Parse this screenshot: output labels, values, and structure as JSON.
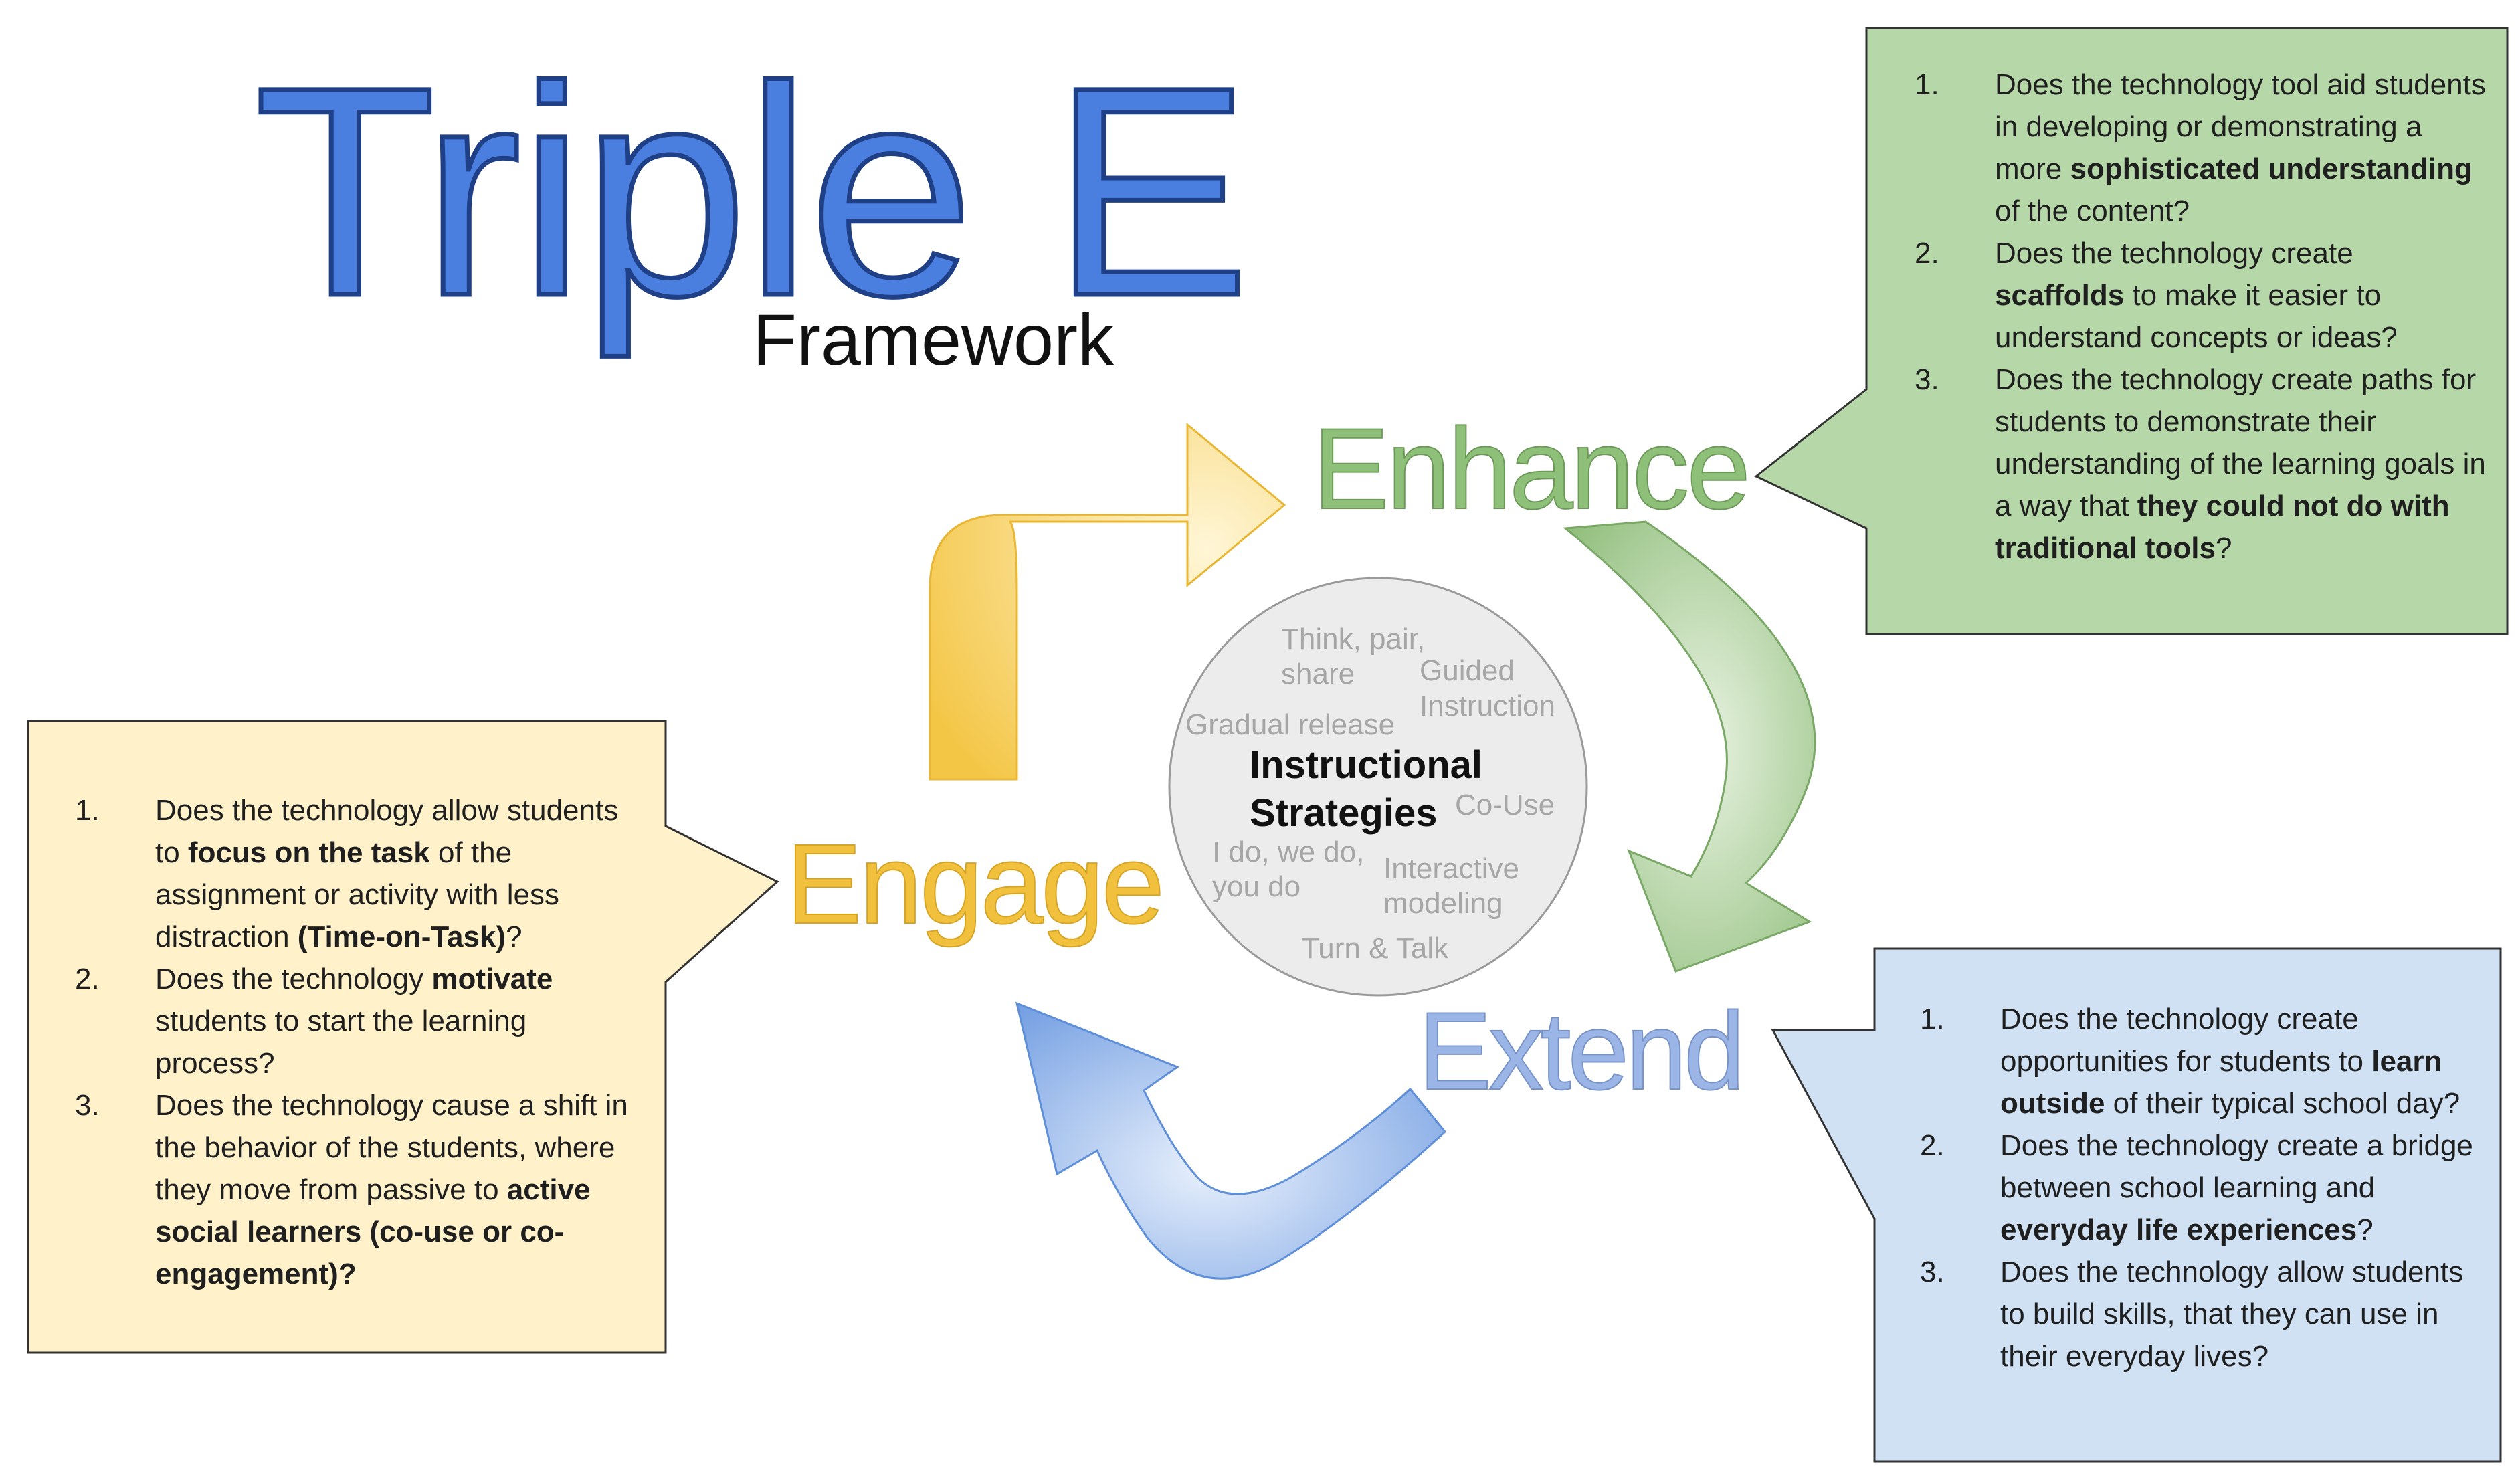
{
  "title": "Triple E",
  "subtitle": "Framework",
  "colors": {
    "title": "#4a7fe0",
    "enhance": "#8fc07a",
    "extend": "#9bb6e6",
    "engage": "#f1c03c",
    "green_box": "#b6d8a8",
    "blue_box": "#cfe1f3",
    "yellow_box": "#fff1c9",
    "center_circle": "#ececec"
  },
  "labels": {
    "enhance": "Enhance",
    "extend": "Extend",
    "engage": "Engage"
  },
  "center": {
    "title_line1": "Instructional",
    "title_line2": "Strategies",
    "strategies": {
      "think_pair_share_1": "Think, pair,",
      "think_pair_share_2": "share",
      "guided_1": "Guided",
      "guided_2": "Instruction",
      "gradual": "Gradual release",
      "couse": "Co-Use",
      "ido_1": "I do, we do,",
      "ido_2": "you do",
      "interactive_1": "Interactive",
      "interactive_2": "modeling",
      "turn_talk": "Turn & Talk"
    }
  },
  "enhance_box": {
    "items": [
      {
        "num": "1.",
        "pre": "Does the technology tool aid students in developing or demonstrating a more ",
        "bold": "sophisticated understanding",
        "post": " of the content?"
      },
      {
        "num": "2.",
        "pre": "Does the technology create ",
        "bold": "scaffolds",
        "post": " to make it easier to understand concepts or ideas?"
      },
      {
        "num": "3.",
        "pre": "Does the technology create paths for students to demonstrate their understanding of the learning goals in a way that ",
        "bold": "they could not do with traditional tools",
        "post": "?"
      }
    ]
  },
  "engage_box": {
    "items": [
      {
        "num": "1.",
        "pre": "Does the technology allow students to ",
        "bold": "focus on the task",
        "post": " of the assignment or activity with less distraction ",
        "bold2": "(Time-on-Task)",
        "post2": "?"
      },
      {
        "num": "2.",
        "pre": "Does the technology ",
        "bold": "motivate",
        "post": " students to start the learning process?"
      },
      {
        "num": "3.",
        "pre": "Does the technology cause a shift in the behavior of the students, where they move from passive to ",
        "bold": "active social learners (co-use or co-engagement)?",
        "post": ""
      }
    ]
  },
  "extend_box": {
    "items": [
      {
        "num": "1.",
        "pre": "Does the technology create opportunities for students to ",
        "bold": "learn outside",
        "post": " of their typical school day?"
      },
      {
        "num": "2.",
        "pre": "Does the technology create a bridge between school learning and ",
        "bold": "everyday life experiences",
        "post": "?"
      },
      {
        "num": "3.",
        "pre": "Does the technology allow students to build skills, that they can use in their everyday lives?",
        "bold": "",
        "post": ""
      }
    ]
  }
}
